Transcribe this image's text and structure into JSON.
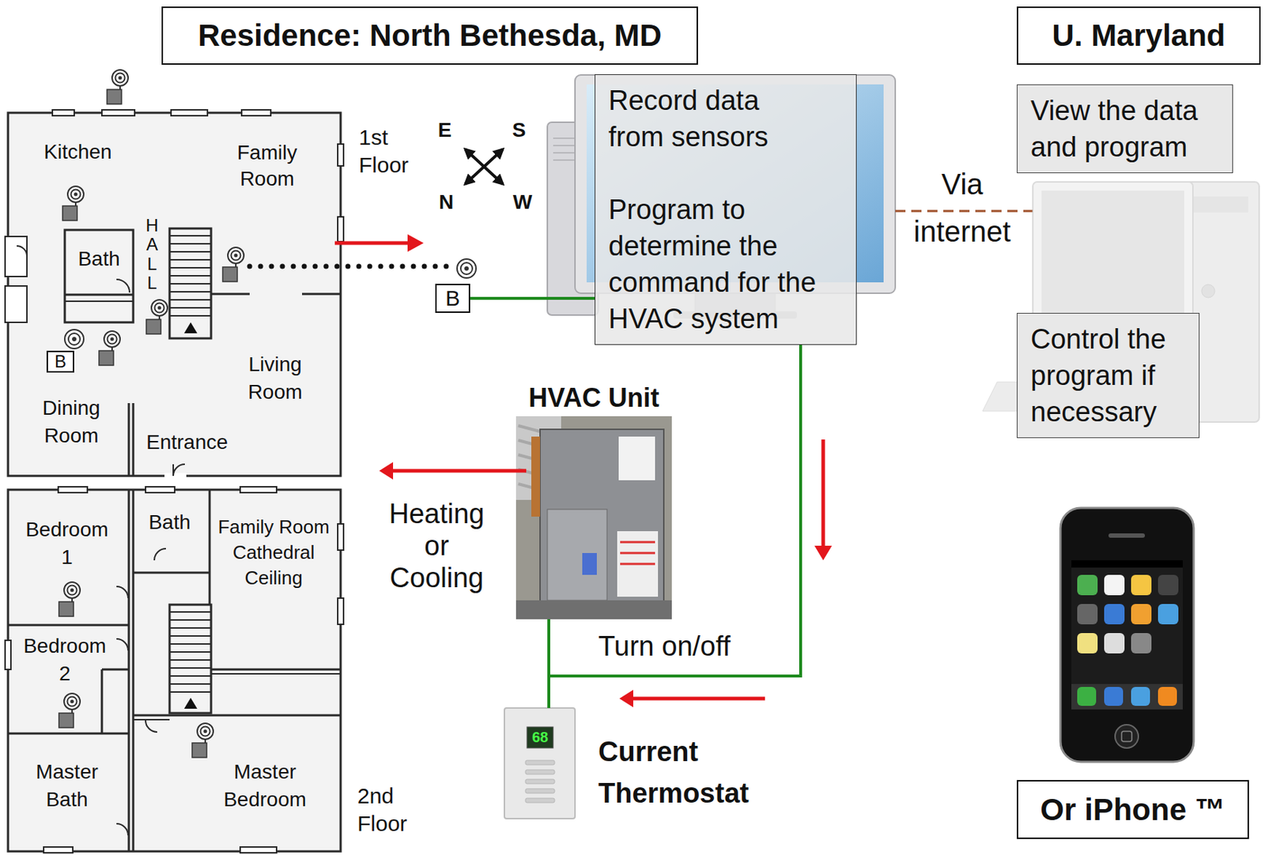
{
  "diagram": {
    "title": "Residence: North Bethesda, MD",
    "nodes": [
      {
        "text": [
          "U. Maryland"
        ]
      },
      {
        "text": [
          "Record data from sensors",
          "Program to determine the command for the HVAC system"
        ]
      },
      {
        "text": [
          "View the data and program"
        ]
      },
      {
        "text": [
          "B"
        ]
      },
      {
        "text": [
          "B"
        ]
      },
      {
        "text": [
          "Control the program if necessary"
        ]
      },
      {
        "text": [
          "HVAC Unit"
        ]
      },
      {
        "text": [
          "68",
          "Current Thermostat"
        ]
      },
      {
        "text": [
          "Or iPhone ™"
        ]
      }
    ],
    "edges": [
      {
        "from": 3,
        "to": 1,
        "arrow": "none"
      },
      {
        "from": 1,
        "to": 6,
        "arrow": "none",
        "label": "Turn on/off"
      },
      {
        "from": 1,
        "to": 7,
        "arrow": "none"
      }
    ],
    "labels": [
      "E",
      "S",
      "N",
      "W",
      "1st Floor",
      "Kitchen",
      "Family Room",
      "Bath",
      "HALL",
      "Living Room",
      "Dining Room",
      "Entrance",
      "Bedroom 1",
      "Bath",
      "Family Room Cathedral Ceiling",
      "Bedroom 2",
      "Master Bath",
      "Master Bedroom",
      "2nd Floor",
      "Via internet",
      "Heating or Cooling"
    ]
  }
}
